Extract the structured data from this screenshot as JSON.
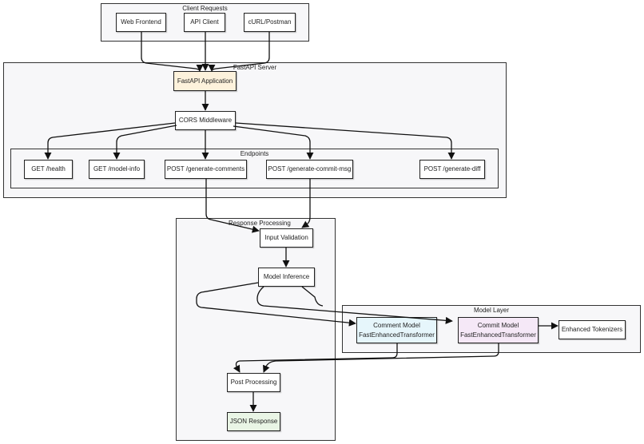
{
  "clusters": {
    "client_requests": "Client Requests",
    "fastapi_server": "FastAPI Server",
    "endpoints": "Endpoints",
    "response_processing": "Response Processing",
    "model_layer": "Model Layer"
  },
  "nodes": {
    "web_frontend": "Web Frontend",
    "api_client": "API Client",
    "curl_postman": "cURL/Postman",
    "fastapi_app": "FastAPI Application",
    "cors": "CORS Middleware",
    "get_health": "GET /health",
    "get_model_info": "GET /model-info",
    "post_generate_comments": "POST /generate-comments",
    "post_generate_commit_msg": "POST /generate-commit-msg",
    "post_generate_diff": "POST /generate-diff",
    "input_validation": "Input Validation",
    "model_inference": "Model Inference",
    "comment_model_line1": "Comment Model",
    "comment_model_line2": "FastEnhancedTransformer",
    "commit_model_line1": "Commit Model",
    "commit_model_line2": "FastEnhancedTransformer",
    "enhanced_tokenizers": "Enhanced Tokenizers",
    "post_processing": "Post Processing",
    "json_response": "JSON Response"
  },
  "colors": {
    "fastapi_fill": "#fdf2dc",
    "comment_model_fill": "#e6f6fb",
    "commit_model_fill": "#f5e8f7",
    "json_response_fill": "#e9f5e5",
    "cluster_fill": "#f7f7f9"
  }
}
